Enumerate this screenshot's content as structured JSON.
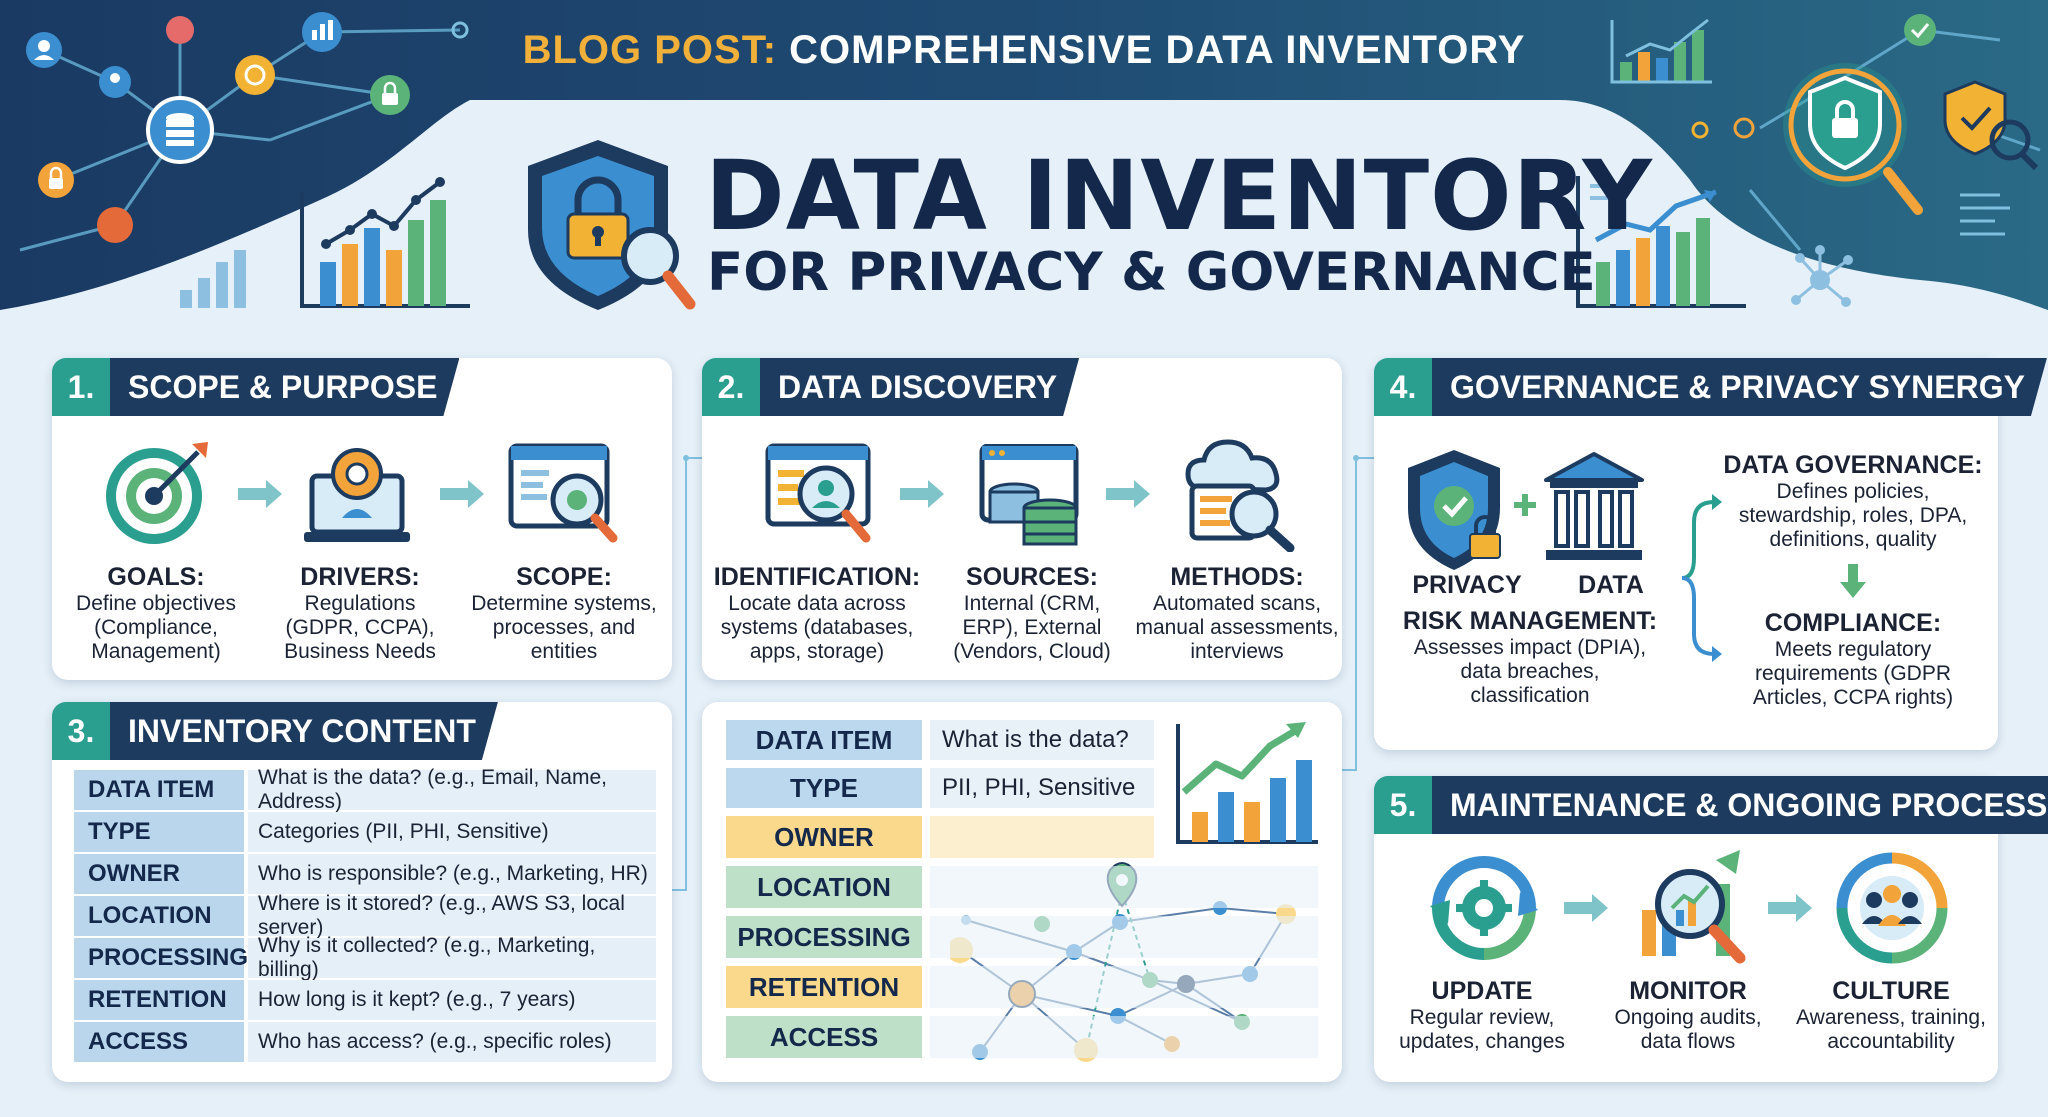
{
  "header": {
    "blog_prefix": "BLOG POST:",
    "blog_title": "COMPREHENSIVE DATA INVENTORY",
    "title_line1": "DATA INVENTORY",
    "title_line2": "FOR PRIVACY & GOVERNANCE"
  },
  "colors": {
    "navy": "#1d3a5f",
    "teal": "#2a9e8f",
    "blue": "#3a7fc4",
    "orange": "#f0a43a",
    "green": "#5bb37a",
    "light": "#e6f0f8"
  },
  "section1": {
    "num": "1.",
    "title": "SCOPE & PURPOSE",
    "steps": [
      {
        "icon": "target-icon",
        "title": "GOALS:",
        "desc": [
          "Define objectives",
          "(Compliance,",
          "Management)"
        ]
      },
      {
        "icon": "laptop-gear-icon",
        "title": "DRIVERS:",
        "desc": [
          "Regulations",
          "(GDPR, CCPA),",
          "Business Needs"
        ]
      },
      {
        "icon": "scope-magnifier-icon",
        "title": "SCOPE:",
        "desc": [
          "Determine systems,",
          "processes, and",
          "entities"
        ]
      }
    ]
  },
  "section2": {
    "num": "2.",
    "title": "DATA DISCOVERY",
    "steps": [
      {
        "icon": "identification-icon",
        "title": "IDENTIFICATION:",
        "desc": [
          "Locate data across",
          "systems (databases,",
          "apps, storage)"
        ]
      },
      {
        "icon": "database-icon",
        "title": "SOURCES:",
        "desc": [
          "Internal (CRM,",
          "ERP), External",
          "(Vendors, Cloud)"
        ]
      },
      {
        "icon": "cloud-search-icon",
        "title": "METHODS:",
        "desc": [
          "Automated scans,",
          "manual assessments,",
          "interviews"
        ]
      }
    ]
  },
  "section3": {
    "num": "3.",
    "title": "INVENTORY CONTENT",
    "rows": [
      {
        "key": "DATA ITEM",
        "value": "What is the data? (e.g., Email, Name, Address)"
      },
      {
        "key": "TYPE",
        "value": "Categories (PII, PHI, Sensitive)"
      },
      {
        "key": "OWNER",
        "value": "Who is responsible? (e.g., Marketing, HR)"
      },
      {
        "key": "LOCATION",
        "value": "Where is it stored? (e.g., AWS S3, local server)"
      },
      {
        "key": "PROCESSING",
        "value": "Why is it collected? (e.g., Marketing, billing)"
      },
      {
        "key": "RETENTION",
        "value": "How long is it kept? (e.g., 7 years)"
      },
      {
        "key": "ACCESS",
        "value": "Who has access? (e.g., specific roles)"
      }
    ]
  },
  "panel": {
    "rows": [
      {
        "key": "DATA ITEM",
        "value": "What is the data?",
        "color": "#bcd8ee"
      },
      {
        "key": "TYPE",
        "value": "PII, PHI, Sensitive",
        "color": "#bcd8ee"
      },
      {
        "key": "OWNER",
        "value": "",
        "color": "#fbd98c"
      },
      {
        "key": "LOCATION",
        "value": "",
        "color": "#bfe0c8"
      },
      {
        "key": "PROCESSING",
        "value": "",
        "color": "#bfe0c8"
      },
      {
        "key": "RETENTION",
        "value": "",
        "color": "#fbd98c"
      },
      {
        "key": "ACCESS",
        "value": "",
        "color": "#bfe0c8"
      }
    ]
  },
  "section4": {
    "num": "4.",
    "title": "GOVERNANCE & PRIVACY SYNERGY",
    "privacy_label": "PRIVACY",
    "data_label": "DATA",
    "risk_title": "RISK MANAGEMENT:",
    "risk_desc": [
      "Assesses impact (DPIA),",
      "data breaches,",
      "classification"
    ],
    "gov_title": "DATA GOVERNANCE:",
    "gov_desc": [
      "Defines policies,",
      "stewardship, roles, DPA,",
      "definitions, quality"
    ],
    "comp_title": "COMPLIANCE:",
    "comp_desc": [
      "Meets regulatory",
      "requirements (GDPR",
      "Articles, CCPA rights)"
    ]
  },
  "section5": {
    "num": "5.",
    "title": "MAINTENANCE & ONGOING PROCESS",
    "steps": [
      {
        "icon": "update-cycle-icon",
        "title": "UPDATE",
        "desc": [
          "Regular review,",
          "updates, changes"
        ]
      },
      {
        "icon": "monitor-chart-icon",
        "title": "MONITOR",
        "desc": [
          "Ongoing audits,",
          "data flows"
        ]
      },
      {
        "icon": "culture-people-icon",
        "title": "CULTURE",
        "desc": [
          "Awareness, training,",
          "accountability"
        ]
      }
    ]
  }
}
